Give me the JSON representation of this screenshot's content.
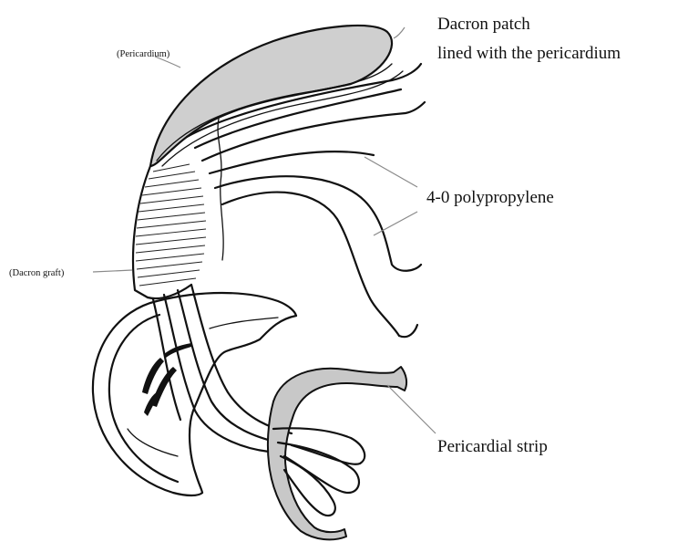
{
  "labels": {
    "dacron_patch_line1": "Dacron patch",
    "dacron_patch_line2": "lined with the pericardium",
    "pericardium": "(Pericardium)",
    "polypropylene": "4-0 polypropylene",
    "dacron_graft": "(Dacron graft)",
    "pericardial_strip": "Pericardial strip"
  },
  "colors": {
    "ink": "#111111",
    "fill_gray": "#cfcfcf",
    "leader_gray": "#8a8a8a"
  }
}
